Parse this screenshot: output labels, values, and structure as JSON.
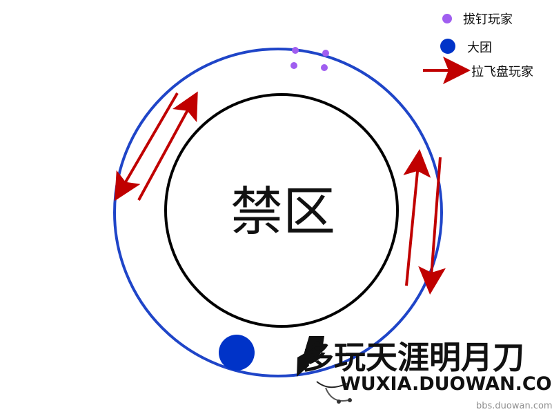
{
  "legend": {
    "items": [
      {
        "icon": "small-purple-dot",
        "label": "拔钉玩家",
        "color": "#a05ef0"
      },
      {
        "icon": "large-blue-dot",
        "label": "大团",
        "color": "#0033c8"
      },
      {
        "icon": "red-arrow",
        "label": "拉飞盘玩家",
        "color": "#c00000"
      }
    ]
  },
  "center_label": "禁区",
  "colors": {
    "outer_ring": "#1f45c8",
    "inner_circle": "#000000",
    "arrows": "#c00000",
    "player_dots": "#a05ef0",
    "group_dot": "#0033c8"
  },
  "logo": {
    "title": "多玩天涯明月刀",
    "domain": "WUXIA.DUOWAN.COM"
  },
  "watermark": "bbs.duowan.com"
}
